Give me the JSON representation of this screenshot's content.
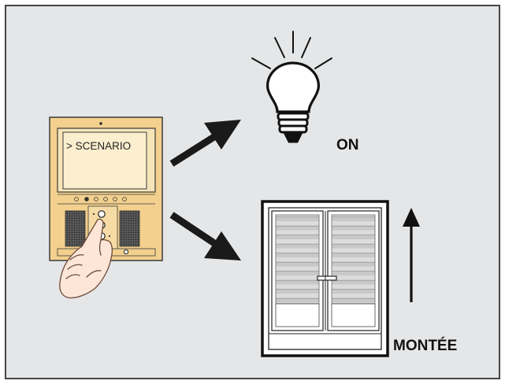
{
  "panel": {
    "screen_text": "> SCENARIO"
  },
  "labels": {
    "light_state": "ON",
    "shutter_state": "MONTÉE"
  },
  "colors": {
    "background": "#e5e6e7",
    "frame": "#454545",
    "panel_body": "#f3d08e",
    "panel_screen": "#f6e4b9",
    "arrow": "#1a1a1a"
  },
  "icons": {
    "device": "video-intercom-panel",
    "hand": "pointing-hand-icon",
    "light": "light-bulb-icon",
    "shutter": "window-shutter-icon",
    "up_arrow": "up-arrow-icon"
  }
}
